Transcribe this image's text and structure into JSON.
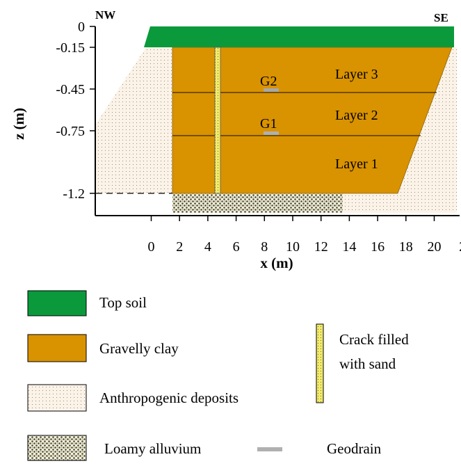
{
  "diagram": {
    "orientation": {
      "left": "NW",
      "right": "SE"
    },
    "axes": {
      "x": {
        "label": "x (m)",
        "ticks": [
          "0",
          "2",
          "4",
          "6",
          "8",
          "10",
          "12",
          "14",
          "16",
          "18",
          "20",
          "2"
        ]
      },
      "z": {
        "label": "z (m)",
        "ticks": [
          "0",
          "-0.15",
          "-0.45",
          "-0.75",
          "-1.2"
        ]
      }
    },
    "layers": [
      {
        "name": "Layer 3"
      },
      {
        "name": "Layer 2"
      },
      {
        "name": "Layer 1"
      }
    ],
    "geodrains": [
      {
        "name": "G2"
      },
      {
        "name": "G1"
      }
    ]
  },
  "legend": {
    "items": [
      {
        "key": "top_soil",
        "label": "Top soil",
        "color": "#0a9a3c"
      },
      {
        "key": "gravelly_clay",
        "label": "Gravelly clay",
        "color": "#d99200"
      },
      {
        "key": "anthropogenic",
        "label": "Anthropogenic deposits",
        "color": "#fbf3e8"
      },
      {
        "key": "loamy_alluvium",
        "label": "Loamy alluvium",
        "color": "#8a8a60"
      },
      {
        "key": "crack",
        "label_line1": "Crack filled",
        "label_line2": "with sand",
        "color": "#f2ea6a"
      },
      {
        "key": "geodrain",
        "label": "Geodrain",
        "color": "#b0b0b0"
      }
    ]
  }
}
